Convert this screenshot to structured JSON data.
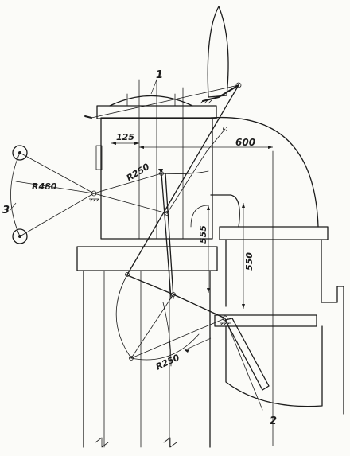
{
  "labels": {
    "part_1": "1",
    "part_2": "2",
    "part_3": "3"
  },
  "dimensions": {
    "d125": "125",
    "d600": "600",
    "r250_upper": "R250",
    "r480": "R480",
    "d555": "555",
    "d550": "550",
    "r250_lower": "R250"
  },
  "colors": {
    "ink": "#1c1c1c",
    "paper": "#fbfbf8"
  }
}
